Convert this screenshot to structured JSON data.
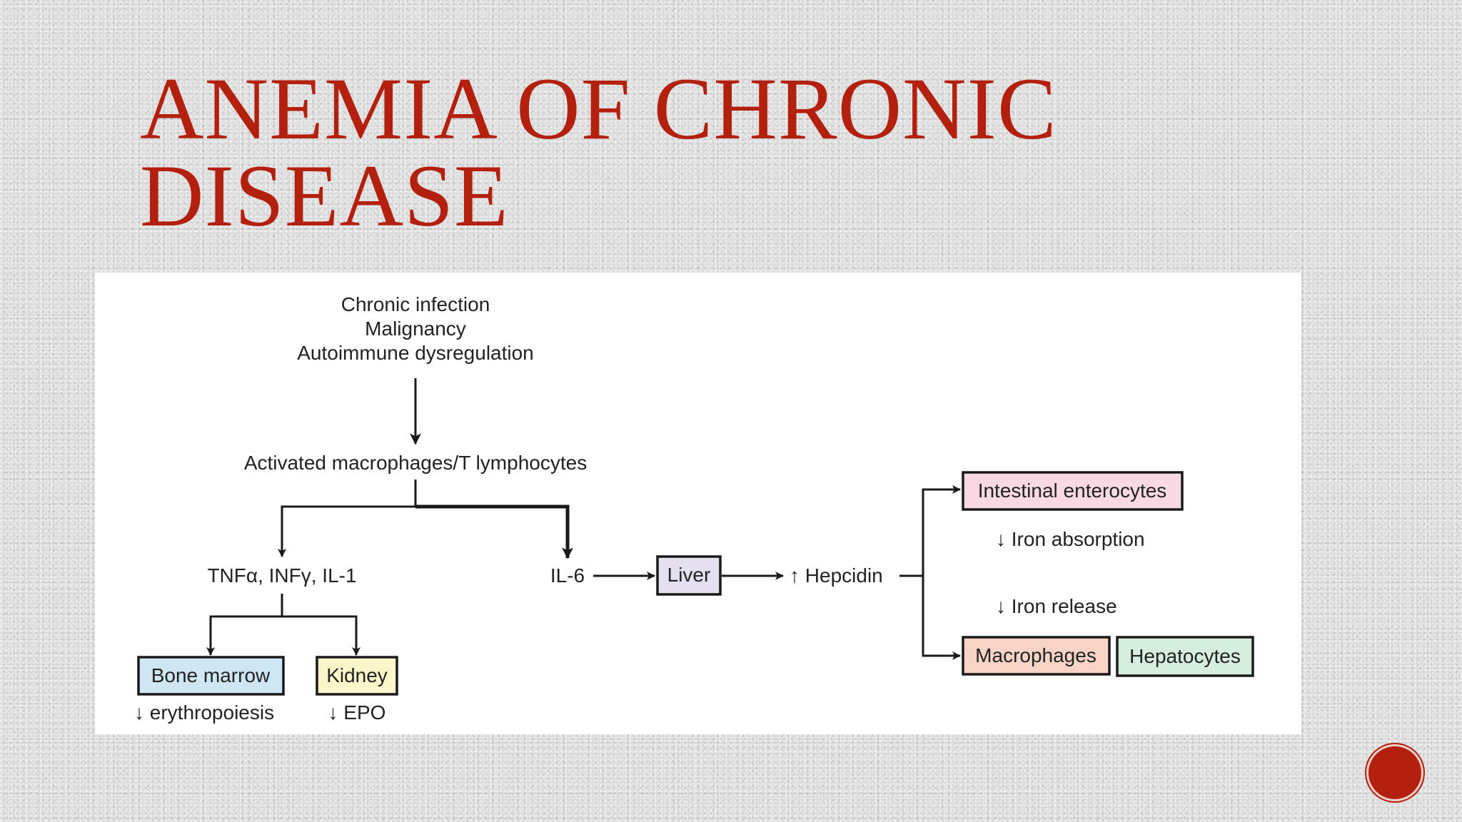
{
  "slide": {
    "title_line1": "ANEMIA OF CHRONIC",
    "title_line2": "DISEASE"
  },
  "diagram": {
    "causes": [
      "Chronic infection",
      "Malignancy",
      "Autoimmune dysregulation"
    ],
    "activated": "Activated macrophages/T lymphocytes",
    "cytokines": "TNFα, INFγ, IL-1",
    "il6": "IL-6",
    "liver": "Liver",
    "hepcidin": "↑ Hepcidin",
    "bone_marrow": "Bone marrow",
    "bone_marrow_effect": "↓ erythropoiesis",
    "kidney": "Kidney",
    "kidney_effect": "↓ EPO",
    "intestinal": "Intestinal enterocytes",
    "iron_absorption": "↓ Iron absorption",
    "iron_release": "↓ Iron release",
    "macrophages": "Macrophages",
    "hepatocytes": "Hepatocytes"
  },
  "colors": {
    "title": "#b3200e",
    "bone_marrow_fill": "#cfe6f3",
    "kidney_fill": "#fbf6c9",
    "liver_fill": "#e4e0ef",
    "intestinal_fill": "#f9d9e4",
    "macrophages_fill": "#f8d4c6",
    "hepatocytes_fill": "#d6eedd"
  }
}
